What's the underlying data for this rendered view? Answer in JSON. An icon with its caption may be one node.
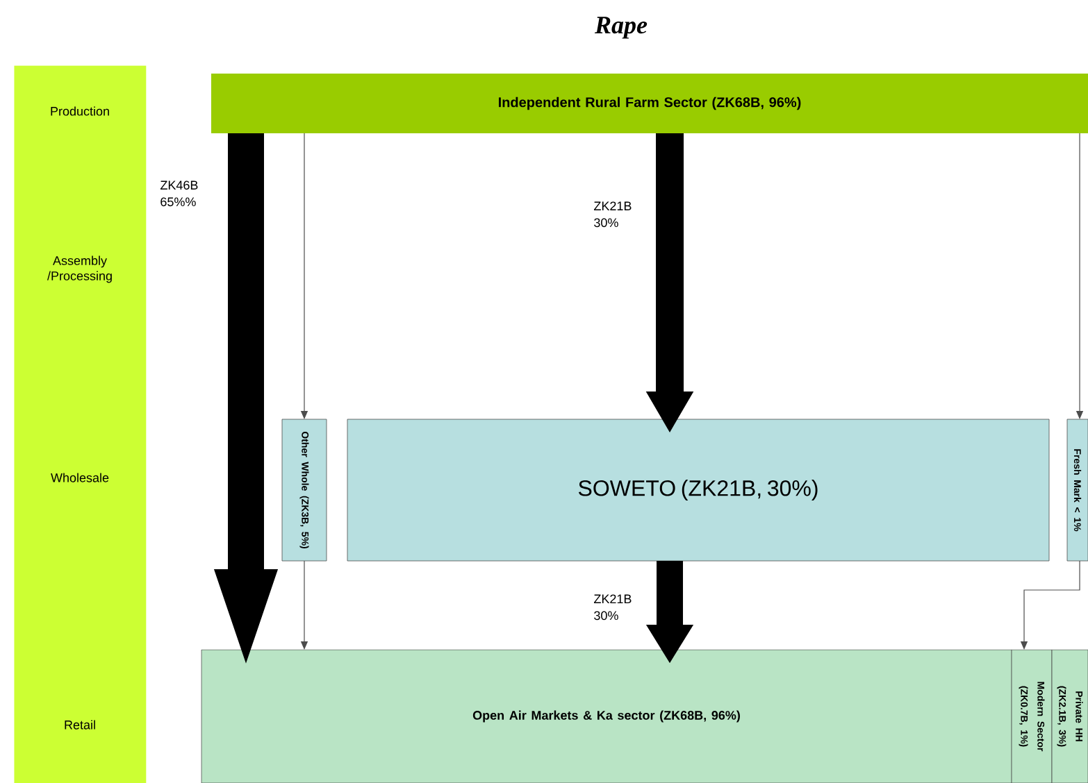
{
  "diagram": {
    "title": "Rape",
    "nodes": [
      {
        "text": [
          "Production",
          "Assembly /Processing",
          "Wholesale",
          "Retail"
        ]
      },
      {
        "text": [
          "Independent Rural Farm Sector (ZK68B, 96%)"
        ]
      },
      {
        "text": [
          "Other Whole (ZK3B, 5%)"
        ]
      },
      {
        "text": [
          "SOWETO (ZK21B, 30%)"
        ]
      },
      {
        "text": [
          "Fresh Mark < 1%"
        ]
      },
      {
        "text": [
          "Open Air Markets & Ka sector (ZK68B, 96%)"
        ]
      },
      {
        "text": [
          "Modern Sector (ZK0.7B, 1%)"
        ]
      },
      {
        "text": [
          "Private HH (ZK2.1B, 3%)"
        ]
      }
    ],
    "edges": [
      {
        "from": 1,
        "to": 5,
        "arrow": "to",
        "style": "thick",
        "label": "ZK46B 65%%"
      },
      {
        "from": 1,
        "to": 2,
        "arrow": "to"
      },
      {
        "from": 1,
        "to": 3,
        "arrow": "to",
        "style": "thick",
        "label": "ZK21B 30%"
      },
      {
        "from": 1,
        "to": 4,
        "arrow": "to"
      },
      {
        "from": 2,
        "to": 5,
        "arrow": "to"
      },
      {
        "from": 3,
        "to": 5,
        "arrow": "to",
        "style": "thick",
        "label": "ZK21B 30%"
      },
      {
        "from": 4,
        "to": 6,
        "arrow": "to"
      }
    ]
  }
}
